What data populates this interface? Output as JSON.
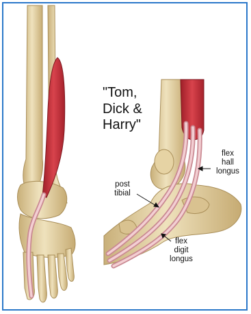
{
  "title": "\"Tom,\nDick &\nHarry\"",
  "labels": {
    "flexor_hallucis_longus": "flex\nhall\nlongus",
    "posterior_tibial": "post\ntibial",
    "flexor_digitorum_longus": "flex\ndigit\nlongus"
  },
  "colors": {
    "frame": "#2a77c9",
    "bone": "#e7d7ad",
    "bone_shadow": "#c2a872",
    "muscle": "#c8303a",
    "tendon": "#e9b2b8"
  }
}
